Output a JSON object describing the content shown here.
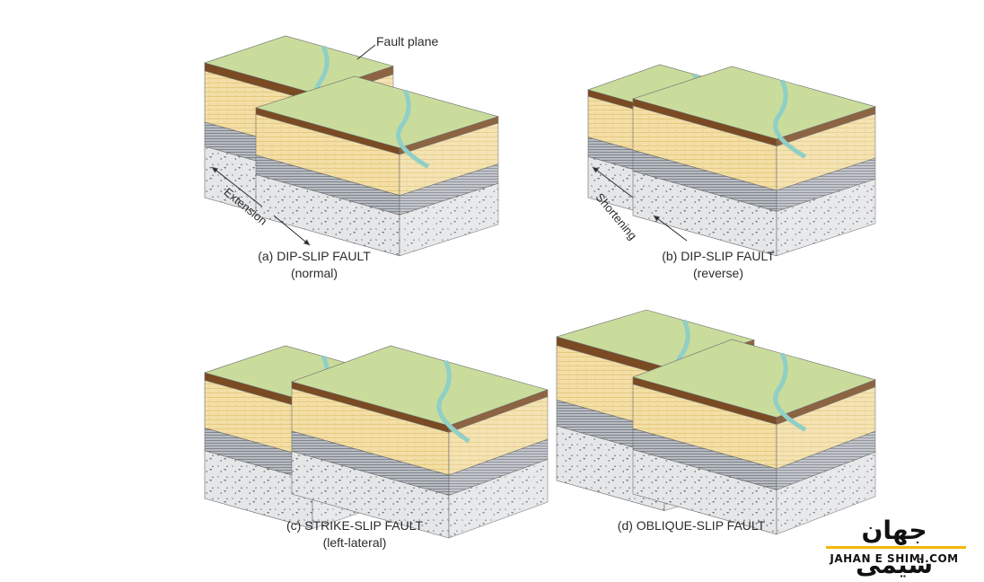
{
  "labels": {
    "fault_plane": "Fault plane",
    "extension": "Extension",
    "shortening": "Shortening"
  },
  "panels": [
    {
      "caption": "(a) DIP-SLIP FAULT",
      "subcaption": "(normal)"
    },
    {
      "caption": "(b) DIP-SLIP FAULT",
      "subcaption": "(reverse)"
    },
    {
      "caption": "(c) STRIKE-SLIP FAULT",
      "subcaption": "(left-lateral)"
    },
    {
      "caption": "(d) OBLIQUE-SLIP FAULT",
      "subcaption": ""
    }
  ],
  "logo": {
    "persian": "جهان شیمی",
    "latin": "JAHAN E SHIMI.COM"
  },
  "colors": {
    "grass": "#c9dc9c",
    "grass_dark": "#a9c47a",
    "soil": "#7a4a22",
    "sand": "#f3dfa6",
    "sand_line": "#e6c980",
    "shale": "#b8bcc2",
    "shale_dark": "#7f858c",
    "rock": "#e4e6e8",
    "river": "#8fcfc6",
    "ink": "#2b2b2b",
    "logo_accent": "#f2b705"
  }
}
